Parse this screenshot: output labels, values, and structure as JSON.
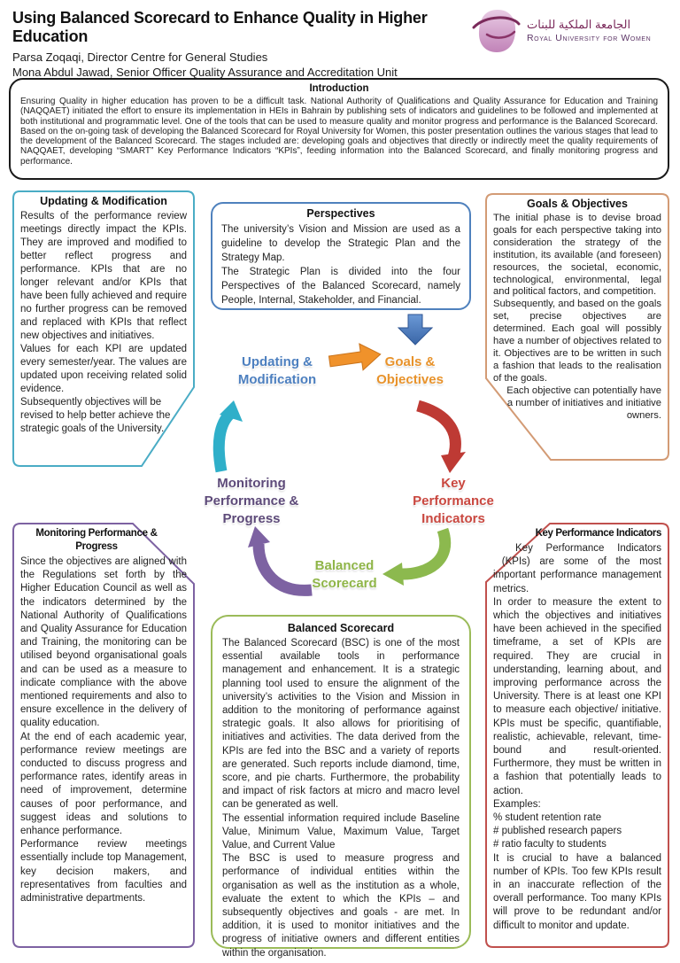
{
  "header": {
    "title": "Using Balanced Scorecard to Enhance Quality in Higher Education",
    "author1": "Parsa Zoqaqi, Director Centre for General Studies",
    "author2": "Mona Abdul Jawad, Senior Officer Quality Assurance and Accreditation Unit",
    "logo": {
      "arabic": "الجامعة الملكية للبنات",
      "english": "Royal University for Women"
    }
  },
  "intro": {
    "title": "Introduction",
    "text": "Ensuring Quality in higher education has proven to be a difficult task. National Authority of Qualifications and Quality Assurance for Education and Training (NAQQAET) initiated the effort to ensure its implementation in HEIs in Bahrain by publishing sets of indicators and guidelines to be followed and implemented at both institutional and programmatic level. One of the tools that can be used to measure quality and monitor progress and performance is the Balanced Scorecard. Based on the on-going task of developing the Balanced Scorecard for Royal University for Women, this poster presentation outlines the various stages that lead to the development of the Balanced Scorecard. The stages included are: developing goals and objectives that directly or indirectly meet the quality requirements of NAQQAET, developing “SMART” Key Performance Indicators “KPIs”, feeding information into the Balanced Scorecard, and finally monitoring progress and performance."
  },
  "boxes": {
    "updating": {
      "title": "Updating & Modification",
      "p1": "Results of the performance review meetings directly impact the KPIs. They are improved and modified to better reflect progress and performance. KPIs that are no longer relevant and/or KPIs that have been fully achieved and require no further progress can be removed and replaced with KPIs that reflect new objectives and initiatives.",
      "p2": "Values for each KPI are updated every semester/year. The values are updated upon receiving related solid evidence.",
      "p3": "Subsequently objectives will be revised to help better achieve the strategic goals of the University."
    },
    "perspectives": {
      "title": "Perspectives",
      "p1": "The university’s Vision and Mission are used as a guideline to develop the Strategic Plan and the Strategy Map.",
      "p2": "The Strategic Plan is divided into the four Perspectives of the Balanced Scorecard, namely People, Internal, Stakeholder, and Financial."
    },
    "goals": {
      "title": "Goals & Objectives",
      "p1": "The initial phase is to devise broad goals for each perspective taking into consideration the strategy of the institution, its available (and foreseen) resources, the societal, economic, technological, environmental, legal and political factors, and competition.",
      "p2": "Subsequently, and based on the goals set, precise objectives are determined. Each goal will possibly have a number of objectives related to it. Objectives are to be written in such a fashion that leads to the realisation of the goals.",
      "p3": "Each objective can potentially have a number of initiatives and initiative owners."
    },
    "monitoring": {
      "title": "Monitoring Performance & Progress",
      "p1": "Since the objectives are aligned with the Regulations set forth by the Higher Education Council as well as the indicators determined by the National Authority of Qualifications and Quality Assurance for Education and Training, the monitoring can be utilised beyond organisational goals and can be used as a measure to indicate compliance with the above mentioned requirements and also to ensure excellence in the delivery of quality education.",
      "p2": "At the end of each academic year, performance review meetings are conducted to discuss progress and performance rates, identify areas in need of improvement, determine causes of poor performance, and suggest ideas and solutions to enhance performance.",
      "p3": "Performance review meetings essentially include top Management, key decision makers, and representatives from faculties and administrative departments."
    },
    "bsc": {
      "title": "Balanced Scorecard",
      "p1": "The Balanced Scorecard (BSC) is one of the most essential available tools in performance management and enhancement. It is a strategic planning tool used to ensure the alignment of the university’s activities to the Vision and Mission in addition to the monitoring of performance against strategic goals. It also allows for prioritising of initiatives and activities. The data derived from the KPIs are fed into the BSC and a variety of reports are generated. Such reports include diamond, time, score, and pie charts. Furthermore, the probability and impact of risk factors at micro and macro level can be generated as well.",
      "p2": "The essential information required include Baseline Value, Minimum Value, Maximum Value, Target Value, and Current Value",
      "p3": "The BSC is used to measure progress and performance of individual entities within the organisation as well as the institution as a whole, evaluate the extent to which the KPIs – and subsequently objectives and goals - are met. In addition, it is used to monitor initiatives and the progress of initiative owners and different entities within the organisation."
    },
    "kpi": {
      "title": "Key Performance Indicators",
      "p1": "Key Performance Indicators (KPIs) are some of the most important performance management metrics.",
      "p2": "In order to measure the extent to which the objectives and initiatives have been achieved in the specified timeframe, a set of KPIs are required. They are crucial in understanding, learning about, and improving performance across the University. There is at least one KPI to measure each objective/ initiative. KPIs must be specific, quantifiable, realistic, achievable, relevant, time-bound and result-oriented. Furthermore, they must be written in a fashion that potentially leads to action.",
      "examples_label": "Examples:",
      "examples": [
        "% student retention rate",
        "# published research papers",
        "# ratio faculty to students"
      ],
      "p3": "It is crucial to have a balanced number of KPIs. Too few KPIs result in an inaccurate reflection of the overall performance. Too many KPIs will prove to be redundant and/or difficult to monitor and update."
    }
  },
  "diagram": {
    "updating_label": "Updating &\nModification",
    "goals_label": "Goals &\nObjectives",
    "kpi_label": "Key\nPerformance\nIndicators",
    "bsc_label": "Balanced\nScorecard",
    "monitoring_label": "Monitoring\nPerformance &\nProgress"
  },
  "colors": {
    "updating_border": "#4AACC5",
    "perspectives_border": "#4F81BD",
    "goals_border": "#D39B75",
    "monitoring_border": "#7D62A2",
    "bsc_border": "#9BBB59",
    "kpi_border": "#C0504D",
    "arrow_blue": "#4A7EBB",
    "arrow_orange": "#F0922B",
    "arrow_red": "#BE3A34",
    "arrow_green": "#8CB94E",
    "arrow_purple": "#7D62A2",
    "arrow_cyan": "#2FAFC9",
    "logo_purple": "#7B2A5B"
  }
}
